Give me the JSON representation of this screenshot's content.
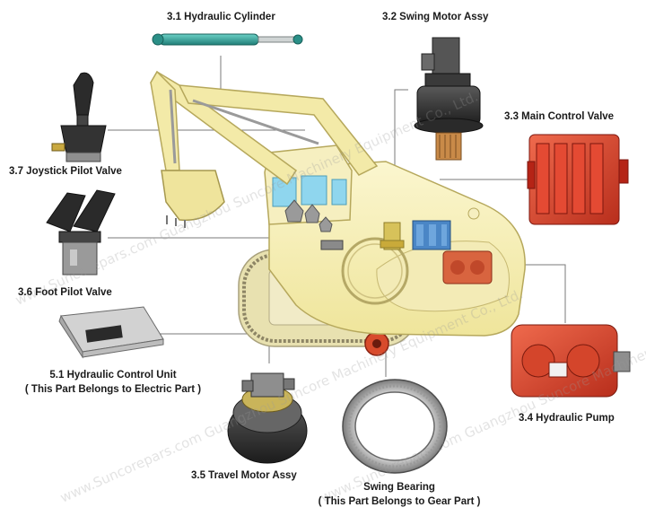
{
  "labels": {
    "hydraulic_cylinder": "3.1 Hydraulic Cylinder",
    "swing_motor": "3.2 Swing Motor Assy",
    "main_control_valve": "3.3 Main Control Valve",
    "hydraulic_pump": "3.4 Hydraulic Pump",
    "travel_motor": "3.5 Travel Motor Assy",
    "foot_pilot_valve": "3.6 Foot Pilot Valve",
    "joystick_pilot_valve": "3.7 Joystick Pilot Valve",
    "hydraulic_control_unit": "5.1 Hydraulic Control Unit",
    "hydraulic_control_unit_note": "( This Part Belongs to Electric Part )",
    "swing_bearing": "Swing Bearing",
    "swing_bearing_note": "( This Part Belongs to Gear Part )"
  },
  "watermark": "www.Suncorepars.com Guangzhou Suncore Machinery Equipment Co., Ltd.",
  "colors": {
    "body": "#f6efb4",
    "outline": "#b8a85a",
    "pump_red": "#d8412b",
    "valve_red": "#d62a1f",
    "cylinder_teal": "#3aa79f",
    "valve_blue": "#4a86c6",
    "leader": "#777777"
  }
}
